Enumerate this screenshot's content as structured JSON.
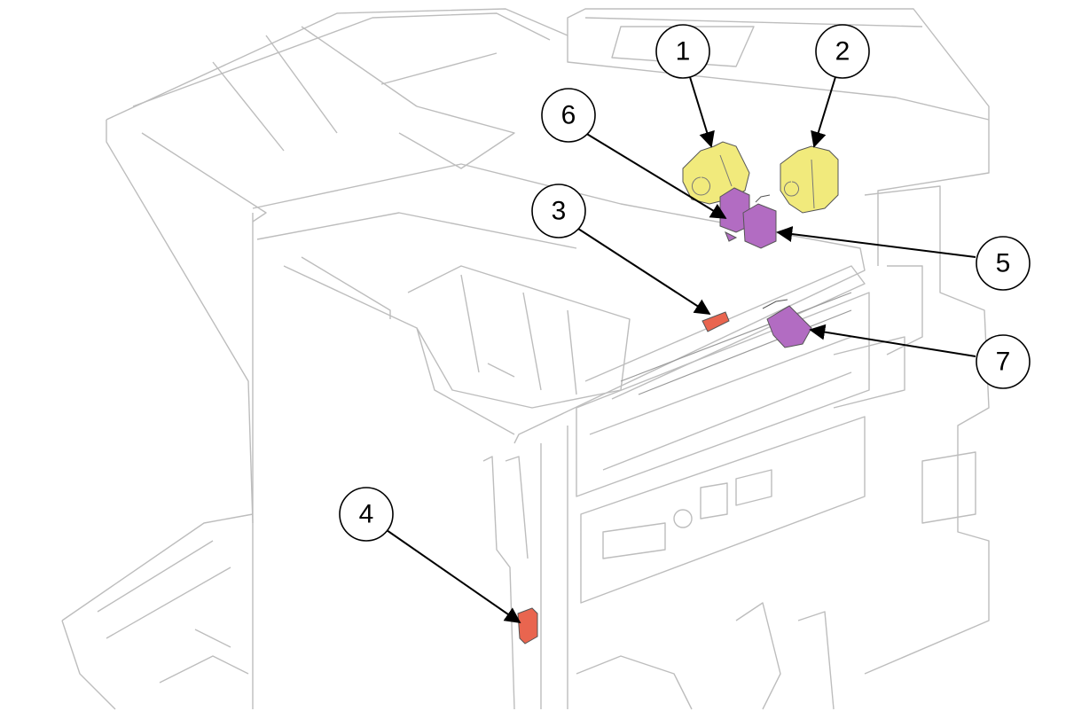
{
  "colors": {
    "motor": "#f1ea7c",
    "solenoid": "#b26cc2",
    "sensor": "#e9654f",
    "line": "#bdbdbd"
  },
  "callouts": [
    {
      "label": "1",
      "part": "motor"
    },
    {
      "label": "2",
      "part": "motor"
    },
    {
      "label": "3",
      "part": "sensor"
    },
    {
      "label": "4",
      "part": "sensor"
    },
    {
      "label": "5",
      "part": "solenoid"
    },
    {
      "label": "6",
      "part": "solenoid"
    },
    {
      "label": "7",
      "part": "solenoid"
    }
  ]
}
